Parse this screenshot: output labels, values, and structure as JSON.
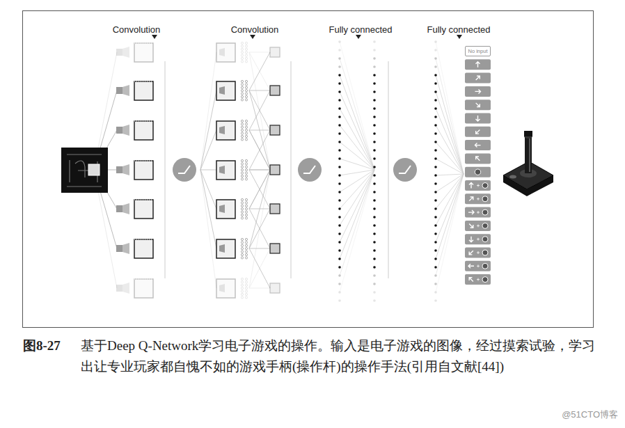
{
  "diagram": {
    "caption": "基于Deep Q-Network学习电子游戏的操作。输入是电子游戏的图像，经过摸索试验，学习出让专业玩家都自愧不如的游戏手柄(操作杆)的操作手法(引用自文献[44])",
    "nodes": [
      {
        "text": [
          "No input"
        ]
      }
    ],
    "labels": [
      "Convolution",
      "Convolution",
      "Fully connected",
      "Fully connected",
      "图8-27",
      "@51CTO博客"
    ]
  }
}
